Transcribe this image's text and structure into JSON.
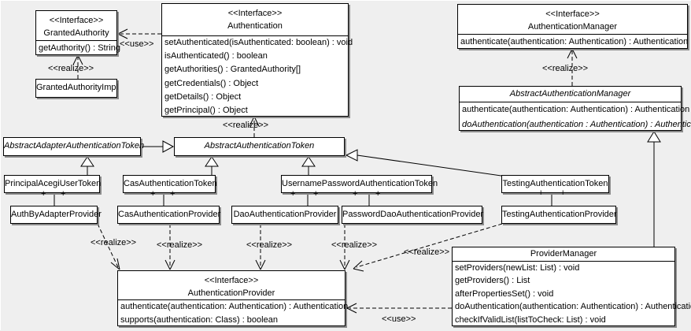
{
  "labels": {
    "use": "<<use>>",
    "realize": "<<realize>>",
    "plus": "+",
    "interface_stereotype": "<<Interface>>"
  },
  "colors": {
    "background": "#efefef",
    "box_fill": "#ffffff",
    "border": "#000000",
    "shadow": "#8c8c8c"
  },
  "classes": {
    "grantedAuthority": {
      "stereotype": "<<Interface>>",
      "name": "GrantedAuthority",
      "methods": [
        "getAuthority() : String"
      ]
    },
    "grantedAuthorityImpl": {
      "name": "GrantedAuthorityImpl"
    },
    "authentication": {
      "stereotype": "<<Interface>>",
      "name": "Authentication",
      "methods": [
        "setAuthenticated(isAuthenticated: boolean) : void",
        "isAuthenticated() : boolean",
        "getAuthorities() : GrantedAuthority[]",
        "getCredentials() : Object",
        "getDetails() : Object",
        "getPrincipal() : Object"
      ]
    },
    "authenticationManager": {
      "stereotype": "<<Interface>>",
      "name": "AuthenticationManager",
      "methods": [
        "authenticate(authentication: Authentication) : Authentication"
      ]
    },
    "abstractAuthenticationManager": {
      "name": "AbstractAuthenticationManager",
      "abstract": true,
      "methods": [
        "authenticate(authentication: Authentication) : Authentication",
        "doAuthentication(authentication : Authentication) : Authentication"
      ]
    },
    "abstractAdapterAuthenticationToken": {
      "name": "AbstractAdapterAuthenticationToken",
      "abstract": true
    },
    "abstractAuthenticationToken": {
      "name": "AbstractAuthenticationToken",
      "abstract": true
    },
    "principalAcegiUserToken": {
      "name": "PrincipalAcegiUserToken"
    },
    "casAuthenticationToken": {
      "name": "CasAuthenticationToken"
    },
    "usernamePasswordAuthenticationToken": {
      "name": "UsernamePasswordAuthenticationToken"
    },
    "testingAuthenticationToken": {
      "name": "TestingAuthenticationToken"
    },
    "authByAdapterProvider": {
      "name": "AuthByAdapterProvider"
    },
    "casAuthenticationProvider": {
      "name": "CasAuthenticationProvider"
    },
    "daoAuthenticationProvider": {
      "name": "DaoAuthenticationProvider"
    },
    "passwordDaoAuthenticationProvider": {
      "name": "PasswordDaoAuthenticationProvider"
    },
    "testingAuthenticationProvider": {
      "name": "TestingAuthenticationProvider"
    },
    "authenticationProvider": {
      "stereotype": "<<Interface>>",
      "name": "AuthenticationProvider",
      "methods": [
        "authenticate(authentication: Authentication) : Authentication",
        "supports(authentication: Class) : boolean"
      ]
    },
    "providerManager": {
      "name": "ProviderManager",
      "methods": [
        "setProviders(newList: List) : void",
        "getProviders() : List",
        "afterPropertiesSet() : void",
        "doAuthentication(authentication: Authentication) : Authentication",
        "checkIfValidList(listToCheck: List) : void"
      ]
    }
  },
  "relationships": [
    {
      "from": "Authentication",
      "to": "GrantedAuthority",
      "type": "use"
    },
    {
      "from": "GrantedAuthorityImpl",
      "to": "GrantedAuthority",
      "type": "realize"
    },
    {
      "from": "AbstractAuthenticationToken",
      "to": "Authentication",
      "type": "realize"
    },
    {
      "from": "AbstractAuthenticationManager",
      "to": "AuthenticationManager",
      "type": "realize"
    },
    {
      "from": "AbstractAdapterAuthenticationToken",
      "to": "AbstractAuthenticationToken",
      "type": "generalization"
    },
    {
      "from": "PrincipalAcegiUserToken",
      "to": "AbstractAdapterAuthenticationToken",
      "type": "generalization"
    },
    {
      "from": "CasAuthenticationToken",
      "to": "AbstractAuthenticationToken",
      "type": "generalization"
    },
    {
      "from": "UsernamePasswordAuthenticationToken",
      "to": "AbstractAuthenticationToken",
      "type": "generalization"
    },
    {
      "from": "TestingAuthenticationToken",
      "to": "AbstractAuthenticationToken",
      "type": "generalization"
    },
    {
      "from": "PrincipalAcegiUserToken",
      "to": "AuthByAdapterProvider",
      "type": "association",
      "end_labels": [
        "+",
        "+"
      ]
    },
    {
      "from": "CasAuthenticationToken",
      "to": "CasAuthenticationProvider",
      "type": "association",
      "end_labels": [
        "+",
        "+"
      ]
    },
    {
      "from": "UsernamePasswordAuthenticationToken",
      "to": "DaoAuthenticationProvider",
      "type": "association",
      "end_labels": [
        "+",
        "+"
      ]
    },
    {
      "from": "UsernamePasswordAuthenticationToken",
      "to": "PasswordDaoAuthenticationProvider",
      "type": "association",
      "end_labels": [
        "+",
        "+"
      ]
    },
    {
      "from": "TestingAuthenticationToken",
      "to": "TestingAuthenticationProvider",
      "type": "association",
      "end_labels": [
        "+",
        "+"
      ]
    },
    {
      "from": "AuthByAdapterProvider",
      "to": "AuthenticationProvider",
      "type": "realize"
    },
    {
      "from": "CasAuthenticationProvider",
      "to": "AuthenticationProvider",
      "type": "realize"
    },
    {
      "from": "DaoAuthenticationProvider",
      "to": "AuthenticationProvider",
      "type": "realize"
    },
    {
      "from": "PasswordDaoAuthenticationProvider",
      "to": "AuthenticationProvider",
      "type": "realize"
    },
    {
      "from": "TestingAuthenticationProvider",
      "to": "AuthenticationProvider",
      "type": "realize"
    },
    {
      "from": "ProviderManager",
      "to": "AbstractAuthenticationManager",
      "type": "generalization"
    },
    {
      "from": "ProviderManager",
      "to": "AuthenticationProvider",
      "type": "use"
    }
  ]
}
